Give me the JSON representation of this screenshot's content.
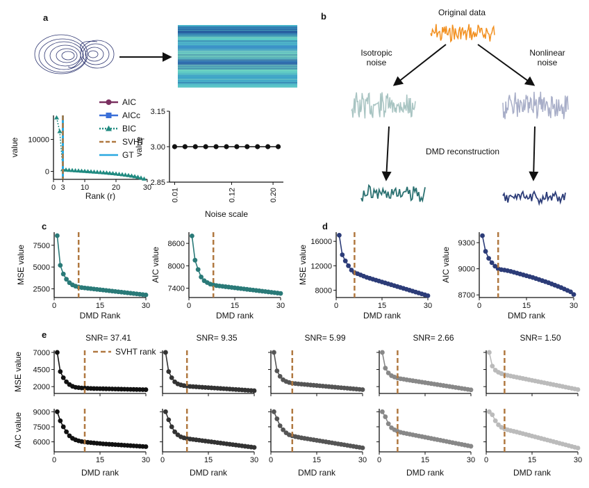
{
  "panels": {
    "a": "a",
    "b": "b",
    "c": "c",
    "d": "d",
    "e": "e"
  },
  "panel_b": {
    "original": "Original data",
    "iso_1": "Isotropic",
    "iso_2": "noise",
    "nonlin_1": "Nonlinear",
    "nonlin_2": "noise",
    "reconstruction": "DMD reconstruction"
  },
  "colors": {
    "aic": "#7a3060",
    "aicc": "#3a6fd8",
    "bic": "#1f8a80",
    "svht": "#b07840",
    "gt": "#29a8e0",
    "teal": "#2a7a78",
    "navy": "#2c3c78",
    "orange": "#f29020",
    "iso_noise": "#a8c4c2",
    "nl_noise": "#a8aec8",
    "iso_rec": "#2a7070",
    "nl_rec": "#2c3c78",
    "snr_shades": [
      "#111111",
      "#333333",
      "#555555",
      "#888888",
      "#bbbbbb"
    ]
  },
  "chart_data": [
    {
      "id": "a_rank",
      "type": "line",
      "xlabel": "Rank (r)",
      "ylabel": "value",
      "xticks": [
        0,
        3,
        10,
        20,
        30
      ],
      "yticks": [
        0,
        10000
      ],
      "ylim": [
        -2500,
        17500
      ],
      "legend": [
        {
          "name": "AIC",
          "style": "line-circle"
        },
        {
          "name": "AICc",
          "style": "line-square"
        },
        {
          "name": "BIC",
          "style": "dotted-triangle"
        },
        {
          "name": "SVHT",
          "style": "dashed"
        },
        {
          "name": "GT",
          "style": "line"
        }
      ],
      "series": [
        {
          "name": "BIC",
          "x": [
            1,
            2,
            3,
            4,
            5,
            6,
            7,
            8,
            9,
            10,
            11,
            12,
            13,
            14,
            15,
            16,
            17,
            18,
            19,
            20,
            21,
            22,
            23,
            24,
            25,
            26,
            27,
            28,
            29
          ],
          "values": [
            16800,
            12500,
            600,
            450,
            380,
            320,
            250,
            180,
            120,
            50,
            -20,
            -80,
            -150,
            -230,
            -300,
            -380,
            -470,
            -560,
            -650,
            -760,
            -870,
            -990,
            -1120,
            -1260,
            -1420,
            -1600,
            -1800,
            -2050,
            -2350
          ]
        }
      ],
      "svht": 3,
      "gt": 3
    },
    {
      "id": "a_noise",
      "type": "line",
      "xlabel": "Noise scale",
      "ylabel": "value",
      "xticks": [
        "0.01",
        "0.12",
        "0.20"
      ],
      "yticks": [
        "2.85",
        "3.00",
        "3.15"
      ],
      "ylim": [
        2.85,
        3.15
      ],
      "x": [
        0.01,
        0.03,
        0.05,
        0.07,
        0.09,
        0.11,
        0.13,
        0.15,
        0.17,
        0.19,
        0.21
      ],
      "values": [
        3,
        3,
        3,
        3,
        3,
        3,
        3,
        3,
        3,
        3,
        3
      ]
    },
    {
      "id": "c_mse",
      "type": "line",
      "xlabel": "DMD  Rank",
      "ylabel": "MSE value",
      "xticks": [
        0,
        15,
        30
      ],
      "yticks": [
        2500,
        5000,
        7500
      ],
      "ylim": [
        1500,
        9000
      ],
      "svht": 8,
      "values": [
        8600,
        5200,
        4200,
        3600,
        3200,
        2950,
        2800,
        2700,
        2640,
        2600,
        2560,
        2520,
        2480,
        2440,
        2400,
        2360,
        2320,
        2280,
        2240,
        2200,
        2160,
        2120,
        2080,
        2040,
        2000,
        1960,
        1920,
        1880,
        1840,
        1800
      ]
    },
    {
      "id": "c_aic",
      "type": "line",
      "xlabel": "DMD rank",
      "ylabel": "AIC value",
      "xticks": [
        0,
        15,
        30
      ],
      "yticks": [
        7400,
        8000,
        8600
      ],
      "ylim": [
        7150,
        8900
      ],
      "svht": 8,
      "values": [
        8800,
        8150,
        7900,
        7700,
        7600,
        7550,
        7510,
        7490,
        7470,
        7460,
        7450,
        7440,
        7430,
        7420,
        7410,
        7400,
        7390,
        7380,
        7370,
        7360,
        7350,
        7340,
        7330,
        7320,
        7310,
        7300,
        7290,
        7280,
        7270,
        7260
      ]
    },
    {
      "id": "d_mse",
      "type": "line",
      "xlabel": "DMD rank",
      "ylabel": "MSE value",
      "xticks": [
        0,
        15,
        30
      ],
      "yticks": [
        8000,
        12000,
        16000
      ],
      "ylim": [
        6800,
        17500
      ],
      "svht": 6,
      "values": [
        17000,
        13800,
        12800,
        12000,
        11300,
        10900,
        10700,
        10500,
        10300,
        10100,
        9950,
        9800,
        9650,
        9500,
        9350,
        9200,
        9050,
        8900,
        8750,
        8600,
        8450,
        8300,
        8150,
        8000,
        7850,
        7700,
        7550,
        7400,
        7250,
        7100
      ]
    },
    {
      "id": "d_aic",
      "type": "line",
      "xlabel": "DMD rank",
      "ylabel": "AIC value",
      "xticks": [
        0,
        15,
        30
      ],
      "yticks": [
        8700,
        9000,
        9300
      ],
      "ylim": [
        8670,
        9420
      ],
      "svht": 6,
      "values": [
        9380,
        9200,
        9120,
        9070,
        9030,
        9000,
        8990,
        8985,
        8978,
        8970,
        8960,
        8950,
        8940,
        8930,
        8920,
        8910,
        8900,
        8888,
        8876,
        8864,
        8852,
        8840,
        8826,
        8812,
        8798,
        8784,
        8768,
        8752,
        8736,
        8705
      ]
    },
    {
      "id": "e_panels",
      "type": "line",
      "xlabel": "DMD rank",
      "xticks": [
        0,
        15,
        30
      ],
      "legend": "SVHT rank",
      "rows": [
        {
          "ylabel": "MSE value",
          "yticks": [
            2000,
            4500,
            7000
          ],
          "ylim": [
            1000,
            7300
          ]
        },
        {
          "ylabel": "AIC value",
          "yticks": [
            6000,
            7500,
            9000
          ],
          "ylim": [
            5000,
            9300
          ]
        }
      ],
      "columns": [
        {
          "snr": "SNR= 37.41",
          "svht": 10,
          "mse": [
            7000,
            4200,
            3300,
            2700,
            2300,
            2050,
            1900,
            1850,
            1800,
            1780,
            1760,
            1740,
            1720,
            1710,
            1700,
            1690,
            1680,
            1670,
            1660,
            1650,
            1640,
            1630,
            1620,
            1610,
            1600,
            1590,
            1580,
            1570,
            1560,
            1550
          ],
          "aic": [
            9000,
            8100,
            7500,
            7000,
            6600,
            6350,
            6200,
            6100,
            6030,
            5980,
            5950,
            5920,
            5890,
            5860,
            5830,
            5800,
            5780,
            5760,
            5740,
            5720,
            5700,
            5680,
            5660,
            5640,
            5620,
            5600,
            5580,
            5560,
            5540,
            5520
          ]
        },
        {
          "snr": "SNR= 9.35",
          "svht": 8,
          "mse": [
            7000,
            4200,
            3300,
            2700,
            2400,
            2250,
            2150,
            2080,
            2030,
            2000,
            1970,
            1940,
            1910,
            1880,
            1850,
            1820,
            1790,
            1760,
            1730,
            1700,
            1670,
            1640,
            1610,
            1580,
            1550,
            1520,
            1490,
            1460,
            1430,
            1400
          ],
          "aic": [
            9000,
            8200,
            7500,
            7000,
            6700,
            6500,
            6400,
            6330,
            6280,
            6240,
            6200,
            6160,
            6120,
            6080,
            6040,
            6000,
            5960,
            5920,
            5880,
            5840,
            5800,
            5760,
            5720,
            5680,
            5640,
            5600,
            5560,
            5520,
            5480,
            5440
          ]
        },
        {
          "snr": "SNR= 5.99",
          "svht": 7,
          "mse": [
            7000,
            4300,
            3500,
            3000,
            2750,
            2600,
            2500,
            2450,
            2400,
            2360,
            2320,
            2280,
            2240,
            2200,
            2160,
            2120,
            2080,
            2040,
            2000,
            1960,
            1920,
            1880,
            1840,
            1800,
            1760,
            1720,
            1680,
            1640,
            1600,
            1560
          ],
          "aic": [
            9000,
            8300,
            7600,
            7200,
            6900,
            6700,
            6600,
            6520,
            6460,
            6400,
            6350,
            6300,
            6250,
            6200,
            6150,
            6100,
            6050,
            6000,
            5950,
            5900,
            5850,
            5800,
            5750,
            5700,
            5650,
            5600,
            5550,
            5500,
            5450,
            5400
          ]
        },
        {
          "snr": "SNR= 2.66",
          "svht": 6,
          "mse": [
            7000,
            4700,
            4000,
            3600,
            3400,
            3250,
            3150,
            3080,
            3000,
            2930,
            2860,
            2790,
            2720,
            2650,
            2580,
            2510,
            2440,
            2370,
            2300,
            2230,
            2160,
            2090,
            2020,
            1950,
            1880,
            1810,
            1740,
            1670,
            1600,
            1530
          ],
          "aic": [
            9000,
            8500,
            7800,
            7400,
            7200,
            7050,
            6950,
            6880,
            6820,
            6760,
            6700,
            6640,
            6580,
            6520,
            6460,
            6400,
            6340,
            6280,
            6220,
            6160,
            6100,
            6040,
            5980,
            5920,
            5860,
            5800,
            5740,
            5680,
            5620,
            5560
          ]
        },
        {
          "snr": "SNR= 1.50",
          "svht": 6,
          "mse": [
            7000,
            5000,
            4400,
            4100,
            3900,
            3750,
            3650,
            3550,
            3460,
            3370,
            3280,
            3190,
            3100,
            3010,
            2920,
            2830,
            2740,
            2650,
            2560,
            2470,
            2380,
            2290,
            2200,
            2110,
            2020,
            1930,
            1840,
            1750,
            1660,
            1570
          ],
          "aic": [
            9000,
            8700,
            8100,
            7700,
            7450,
            7300,
            7200,
            7120,
            7050,
            6980,
            6900,
            6820,
            6740,
            6660,
            6580,
            6500,
            6420,
            6340,
            6260,
            6180,
            6100,
            6020,
            5940,
            5860,
            5780,
            5700,
            5620,
            5540,
            5460,
            5380
          ]
        }
      ]
    }
  ]
}
